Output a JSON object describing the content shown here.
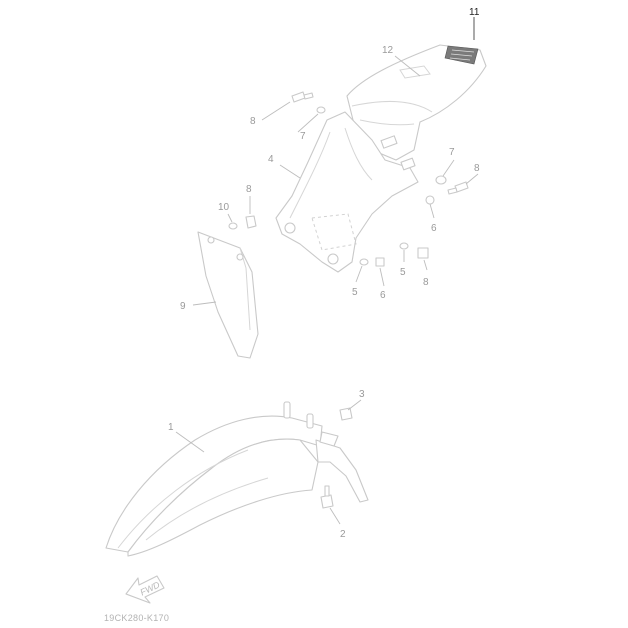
{
  "diagram_code": "19CK280-K170",
  "front_arrow_label": "FWD",
  "callouts": {
    "c1": "1",
    "c2": "2",
    "c3": "3",
    "c4": "4",
    "c5a": "5",
    "c5b": "5",
    "c6a": "6",
    "c6b": "6",
    "c7a": "7",
    "c7b": "7",
    "c8a": "8",
    "c8b": "8",
    "c8c": "8",
    "c8d": "8",
    "c9": "9",
    "c10": "10",
    "c11": "11",
    "c12": "12"
  }
}
